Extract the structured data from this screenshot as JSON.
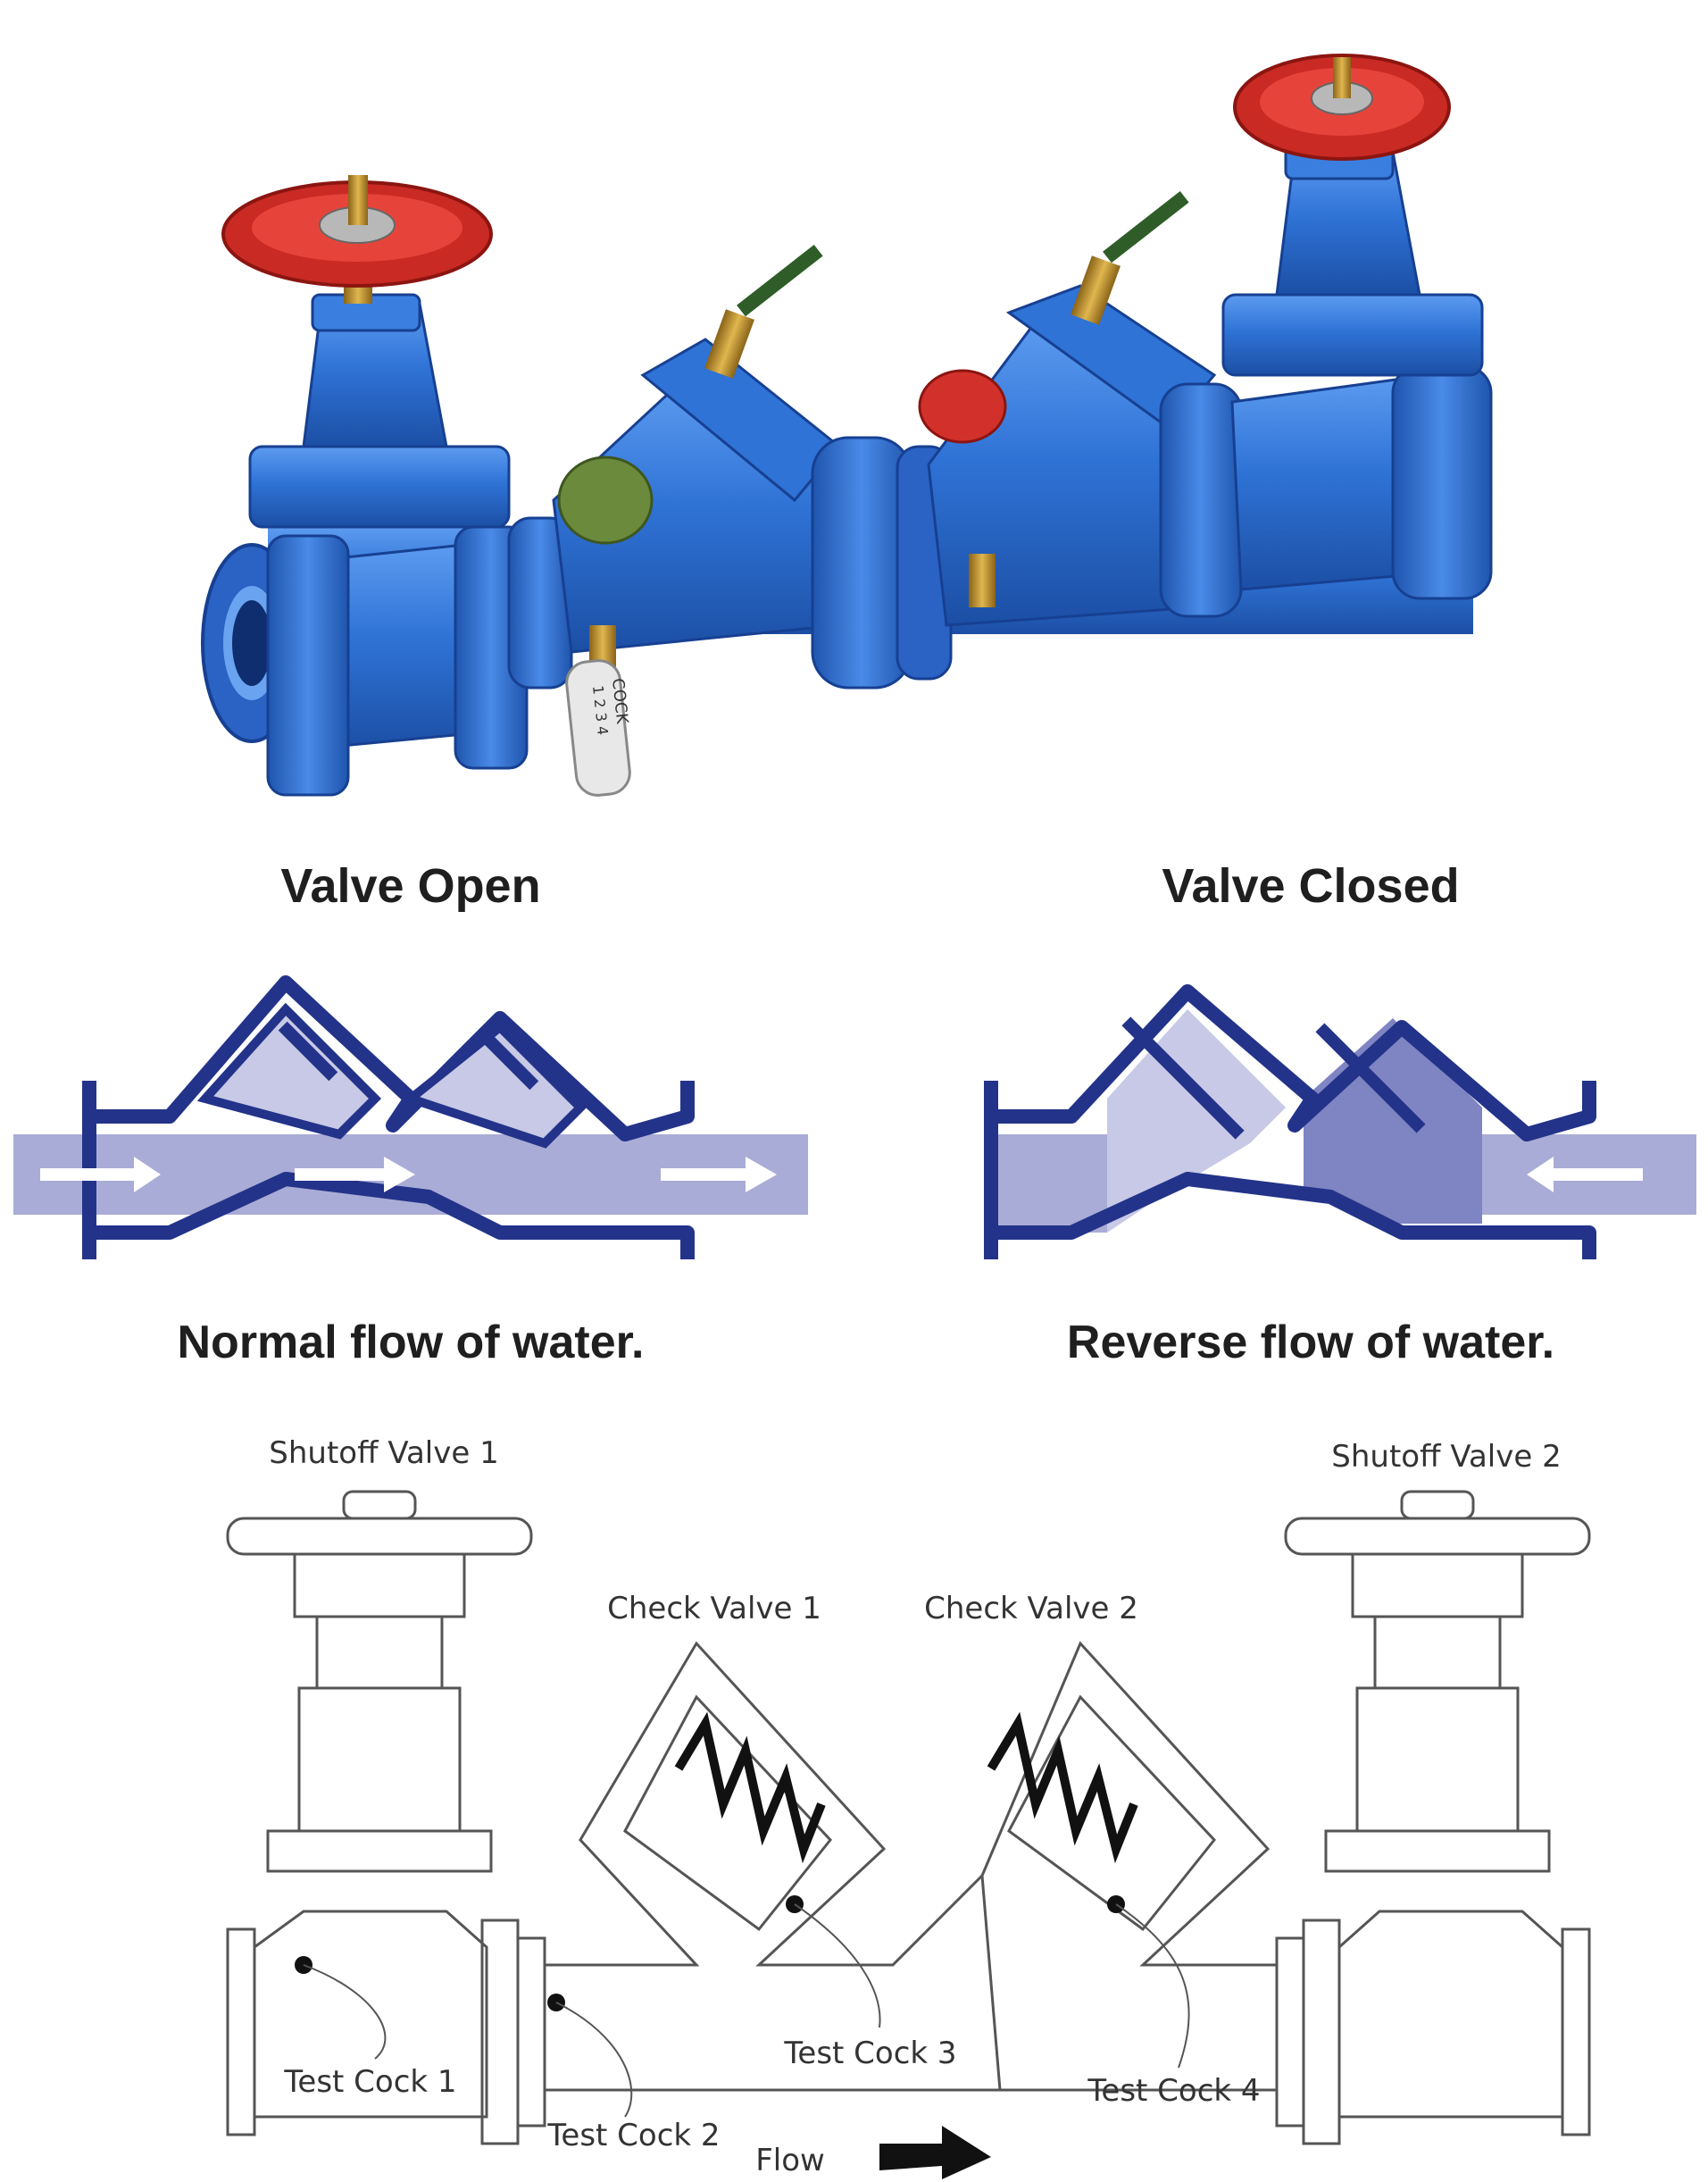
{
  "photo": {
    "tag_text": "COCK",
    "tag_numbers": "1 2 3 4"
  },
  "flow_diagram": {
    "open_title": "Valve Open",
    "open_caption": "Normal flow of water.",
    "closed_title": "Valve Closed",
    "closed_caption": "Reverse flow of water."
  },
  "schematic": {
    "shutoff_1": "Shutoff Valve 1",
    "shutoff_2": "Shutoff Valve 2",
    "check_1": "Check Valve 1",
    "check_2": "Check Valve 2",
    "test_cock_1": "Test Cock 1",
    "test_cock_2": "Test Cock 2",
    "test_cock_3": "Test Cock 3",
    "test_cock_4": "Test Cock 4",
    "flow_label": "Flow"
  },
  "colors": {
    "valve_blue": "#2e6fd0",
    "handwheel_red": "#d2312b",
    "diagram_navy": "#23338a",
    "water_fill": "#a9acd6",
    "water_dark": "#7f84c2"
  }
}
